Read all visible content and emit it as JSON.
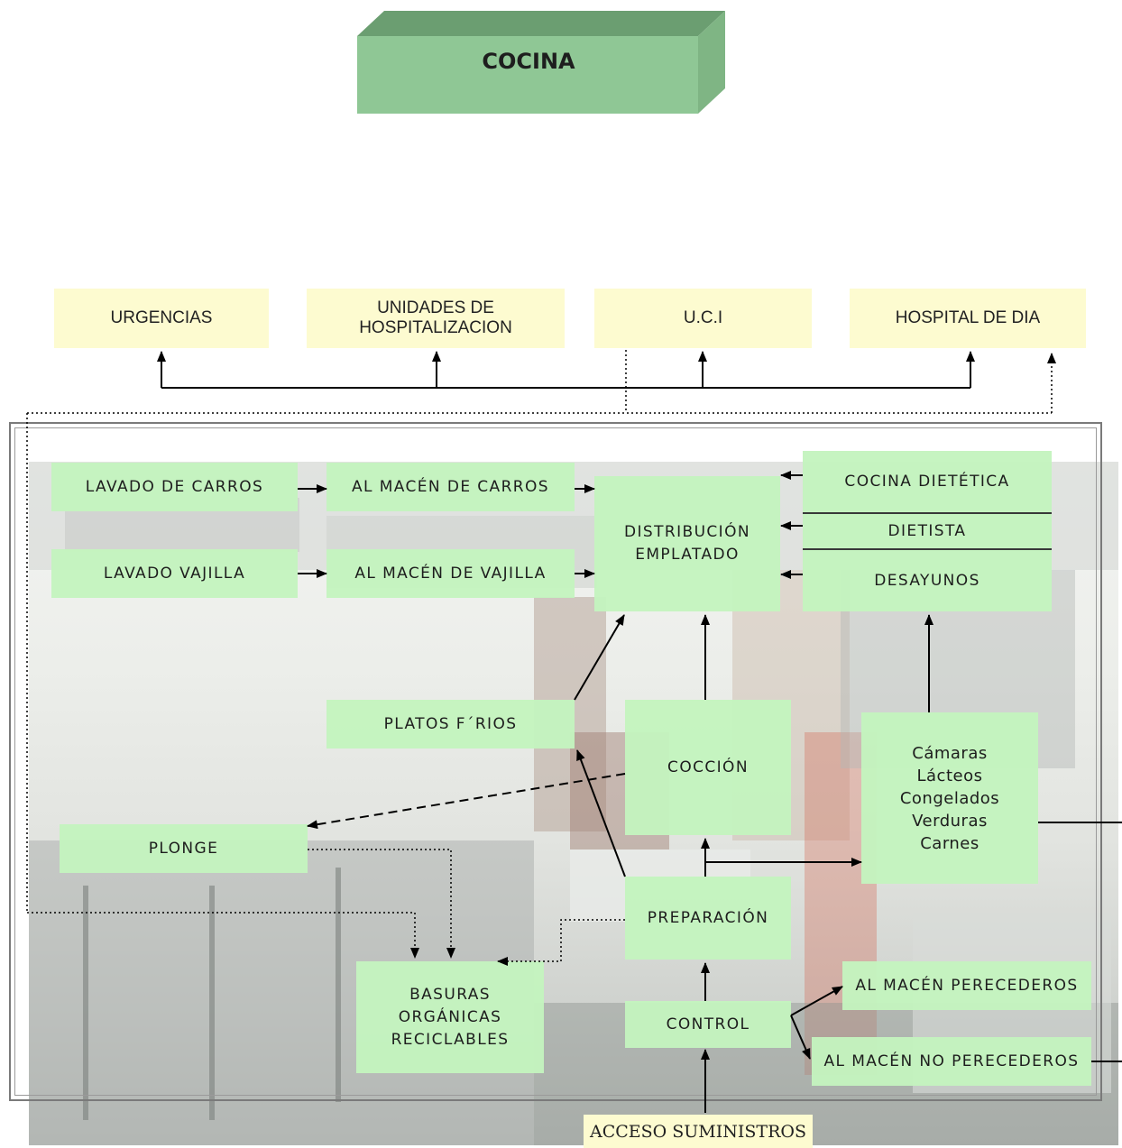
{
  "title": "COCINA",
  "destinations": {
    "urgencias": "URGENCIAS",
    "hospitalizacion": "UNIDADES DE\nHOSPITALIZACION",
    "uci": "U.C.I",
    "hospital_dia": "HOSPITAL DE DIA"
  },
  "boxes": {
    "lavado_carros": "LAVADO DE CARROS",
    "almacen_carros": "AL MACÉN DE CARROS",
    "lavado_vajilla": "LAVADO VAJILLA",
    "almacen_vajilla": "AL MACÉN DE VAJILLA",
    "distribucion": "DISTRIBUCIÓN\nEMPLATADO",
    "cocina_dietetica": "COCINA DIETÉTICA",
    "dietista": "DIETISTA",
    "desayunos": "DESAYUNOS",
    "platos_frios": "PLATOS F´RIOS",
    "coccion": "COCCIÓN",
    "camaras": "Cámaras\nLácteos\nCongelados\nVerduras\nCarnes",
    "plonge": "PLONGE",
    "preparacion": "PREPARACIÓN",
    "basuras": "BASURAS\nORGÁNICAS\nRECICLABLES",
    "control": "CONTROL",
    "almacen_perecederos": "AL MACÉN PERECEDEROS",
    "almacen_no_perecederos": "AL MACÉN NO PERECEDEROS"
  },
  "acceso": "ACCESO SUMINISTROS",
  "colors": {
    "title_front": "#8fc795",
    "title_top": "#6b9e71",
    "title_side": "#7fb584",
    "destination_fill": "#fdfbd0",
    "process_fill": "#c4f4be",
    "line": "#000000"
  }
}
